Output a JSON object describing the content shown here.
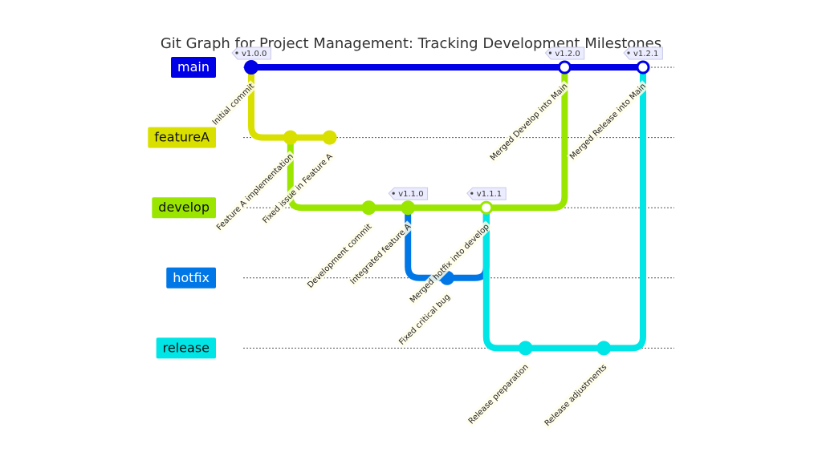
{
  "title": "Git Graph for Project Management: Tracking Development Milestones",
  "branches": [
    {
      "name": "main",
      "color": "#0000e6",
      "text_color": "#ffffff"
    },
    {
      "name": "featureA",
      "color": "#d9e000",
      "text_color": "#111111"
    },
    {
      "name": "develop",
      "color": "#9ae600",
      "text_color": "#111111"
    },
    {
      "name": "hotfix",
      "color": "#0077e6",
      "text_color": "#ffffff"
    },
    {
      "name": "release",
      "color": "#00e6e6",
      "text_color": "#111111"
    }
  ],
  "commits": [
    {
      "id": "c1",
      "branch": "main",
      "message": "Initial commit",
      "tag": "v1.0.0",
      "type": "normal"
    },
    {
      "id": "c2",
      "branch": "featureA",
      "message": "Feature A implementation",
      "tag": "",
      "type": "normal"
    },
    {
      "id": "c3",
      "branch": "featureA",
      "message": "Fixed issue in Feature A",
      "tag": "",
      "type": "normal"
    },
    {
      "id": "c4",
      "branch": "develop",
      "message": "Development commit",
      "tag": "",
      "type": "normal"
    },
    {
      "id": "c5",
      "branch": "develop",
      "message": "Integrated feature A",
      "tag": "v1.1.0",
      "type": "normal"
    },
    {
      "id": "c6",
      "branch": "hotfix",
      "message": "Fixed critical bug",
      "tag": "",
      "type": "normal"
    },
    {
      "id": "c7",
      "branch": "develop",
      "message": "Merged hotfix into develop",
      "tag": "v1.1.1",
      "type": "merge"
    },
    {
      "id": "c8",
      "branch": "release",
      "message": "Release preparation",
      "tag": "",
      "type": "normal"
    },
    {
      "id": "c9",
      "branch": "main",
      "message": "Merged Develop into Main",
      "tag": "v1.2.0",
      "type": "merge"
    },
    {
      "id": "c10",
      "branch": "release",
      "message": "Release adjustments",
      "tag": "",
      "type": "normal"
    },
    {
      "id": "c11",
      "branch": "main",
      "message": "Merged Release into Main",
      "tag": "v1.2.1",
      "type": "merge"
    }
  ],
  "connections": [
    {
      "from": "c1",
      "to": "c2",
      "branch": "featureA"
    },
    {
      "from": "c2",
      "to": "c3",
      "branch": "featureA"
    },
    {
      "from": "c2",
      "to": "c4",
      "branch": "develop"
    },
    {
      "from": "c4",
      "to": "c5",
      "branch": "develop"
    },
    {
      "from": "c5",
      "to": "c6",
      "branch": "hotfix"
    },
    {
      "from": "c5",
      "to": "c7",
      "branch": "develop"
    },
    {
      "from": "c6",
      "to": "c7",
      "branch": "hotfix"
    },
    {
      "from": "c7",
      "to": "c8",
      "branch": "release"
    },
    {
      "from": "c8",
      "to": "c10",
      "branch": "release"
    },
    {
      "from": "c7",
      "to": "c9",
      "branch": "develop"
    },
    {
      "from": "c1",
      "to": "c9",
      "branch": "main"
    },
    {
      "from": "c9",
      "to": "c11",
      "branch": "main"
    },
    {
      "from": "c10",
      "to": "c11",
      "branch": "release"
    }
  ]
}
